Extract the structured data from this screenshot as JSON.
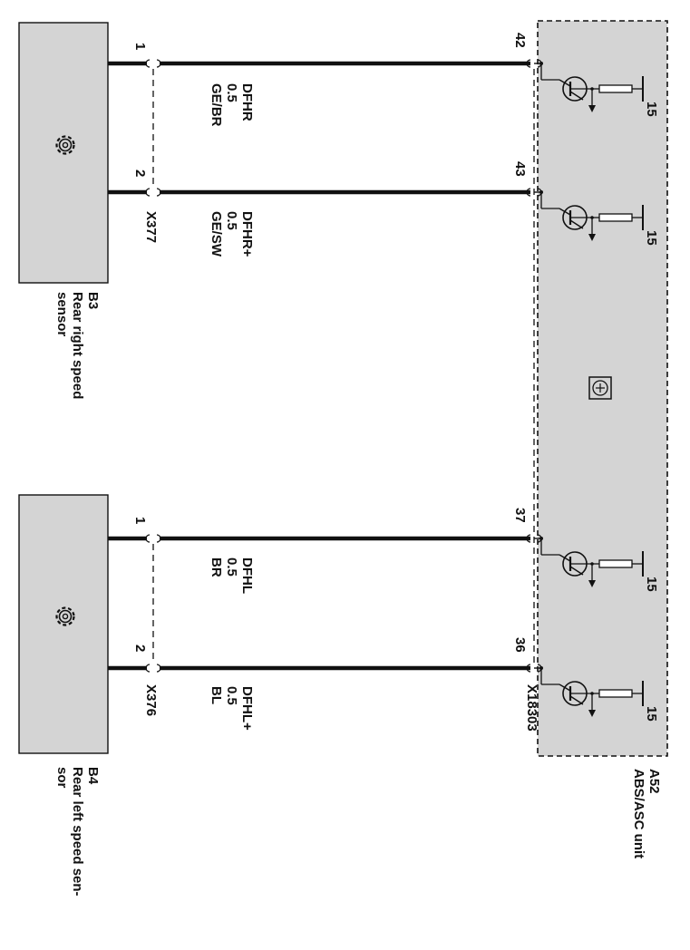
{
  "colors": {
    "box_fill": "#d4d4d4",
    "line": "#111111",
    "background": "#ffffff"
  },
  "sensors": [
    {
      "id": "B3",
      "name_lines": [
        "Rear right speed",
        "sensor"
      ],
      "connector": "X377",
      "icon": "gear-sensor-icon",
      "wires": [
        {
          "pin": "1",
          "signal": "DFHR",
          "size": "0.5",
          "color": "GE/BR",
          "unit_pin": "42"
        },
        {
          "pin": "2",
          "signal": "DFHR+",
          "size": "0.5",
          "color": "GE/SW",
          "unit_pin": "43"
        }
      ]
    },
    {
      "id": "B4",
      "name_lines": [
        "Rear left speed sen-",
        "sor"
      ],
      "connector": "X376",
      "icon": "gear-sensor-icon",
      "wires": [
        {
          "pin": "1",
          "signal": "DFHL",
          "size": "0.5",
          "color": "BR",
          "unit_pin": "37"
        },
        {
          "pin": "2",
          "signal": "DFHL+",
          "size": "0.5",
          "color": "BL",
          "unit_pin": "36"
        }
      ]
    }
  ],
  "unit": {
    "id": "A52",
    "name": "ABS/ASC unit",
    "connector": "X18303",
    "supply_label": "15",
    "icon": "control-unit-icon"
  }
}
